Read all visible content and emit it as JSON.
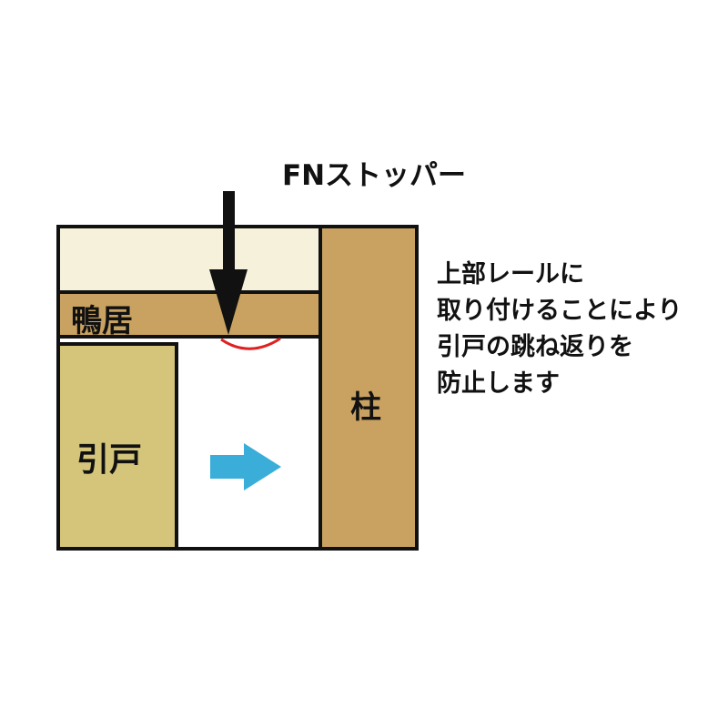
{
  "labels": {
    "stopper": "FNストッパー",
    "kamoi": "鴨居",
    "sliding_door": "引戸",
    "pillar": "柱"
  },
  "description": {
    "lines": [
      "上部レールに",
      "取り付けることにより",
      "引戸の跳ね返りを",
      "防止します"
    ]
  },
  "colors": {
    "upper_rail": "#f5f1da",
    "kamoi": "#c9a261",
    "sliding_door": "#d4c57a",
    "pillar": "#c9a261",
    "motion_arrow": "#3aaed8",
    "bounce_mark": "#e02020",
    "outline": "#111111"
  },
  "icons": {
    "stopper_pointer": "down-arrow-icon",
    "motion_indicator": "right-arrow-icon",
    "bounce_indicator": "curve-mark"
  }
}
